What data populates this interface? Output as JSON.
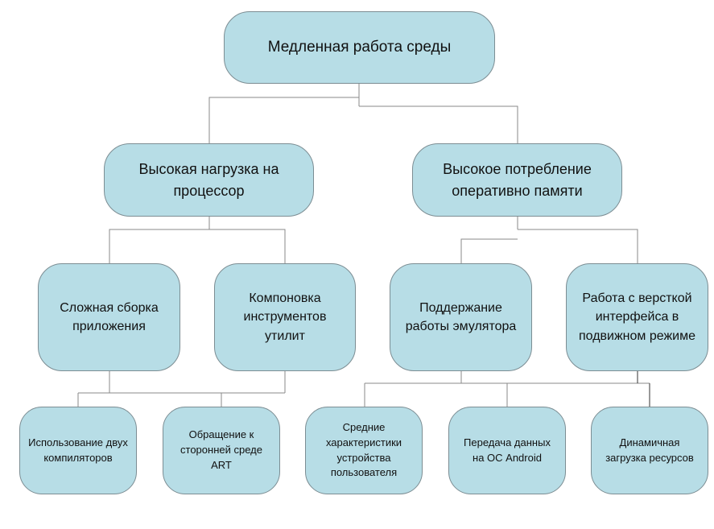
{
  "diagram": {
    "root": "Медленная работа среды",
    "level1": {
      "cpu": "Высокая нагрузка на\nпроцессор",
      "ram": "Высокое потребление\nоперативно памяти"
    },
    "level2": {
      "build": "Сложная сборка\nприложения",
      "tools": "Компоновка\nинструментов\nутилит",
      "emulator": "Поддержание\nработы эмулятора",
      "layout": "Работа с версткой\nинтерфейса в\nподвижном режиме"
    },
    "level3": {
      "compilers": "Использование двух\nкомпиляторов",
      "art": "Обращение к\nсторонней среде\nART",
      "device": "Средние\nхарактеристики\nустройства\nпользователя",
      "android": "Передача данных\nна ОС Android",
      "dynamic": "Динамичная\nзагрузка ресурсов"
    },
    "colors": {
      "node_fill": "#b7dde6",
      "node_border": "#7c8d93",
      "connector": "#8a8a8a",
      "connector_dark": "#333333"
    }
  }
}
